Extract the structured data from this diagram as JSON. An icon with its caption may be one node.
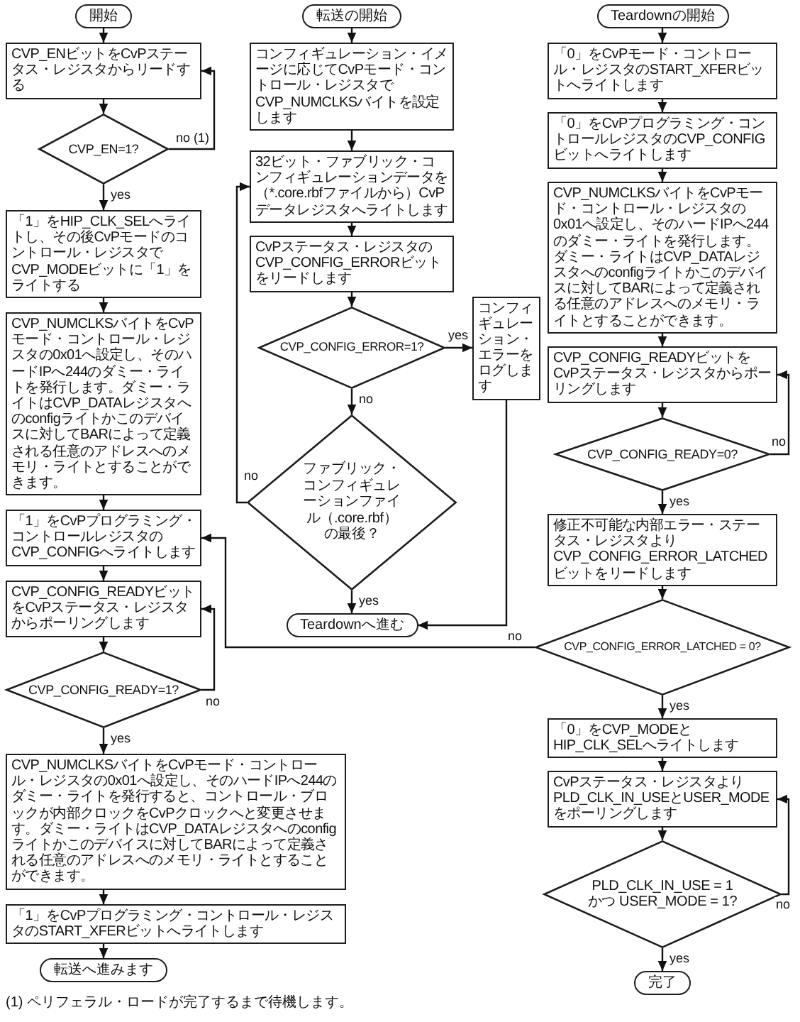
{
  "diagram": {
    "nodes": [
      {
        "text": [
          "開始"
        ]
      },
      {
        "text": [
          "CVP_ENビットをCvPステータス・レジスタからリードする"
        ]
      },
      {
        "text": [
          "CVP_EN=1?"
        ]
      },
      {
        "text": [
          "「1」をHIP_CLK_SELへライトし、その後CvPモードのコントロール・レジスタでCVP_MODEビットに「1」をライトする"
        ]
      },
      {
        "text": [
          "CVP_NUMCLKSバイトをCvPモード・コントロール・レジスタの0x01へ設定し、そのハードIPへ244のダミー・ライトを発行します。ダミー・ライトはCVP_DATAレジスタへのconfigライトかこのデバイスに対してBARによって定義される任意のアドレスへのメモリ・ライトとすることができます。"
        ]
      },
      {
        "text": [
          "「1」をCvPプログラミング・コントロールレジスタのCVP_CONFIGへライトします"
        ]
      },
      {
        "text": [
          "CVP_CONFIG_READYビットをCvPステータス・レジスタからポーリングします"
        ]
      },
      {
        "text": [
          "CVP_CONFIG_READY=1?"
        ]
      },
      {
        "text": [
          "CVP_NUMCLKSバイトをCvPモード・コントロール・レジスタの0x01へ設定し、そのハードIPへ244のダミー・ライトを発行すると、コントロール・ブロックが内部クロックをCvPクロックへと変更させます。ダミー・ライトはCVP_DATAレジスタへのconfigライトかこのデバイスに対してBARによって定義される任意のアドレスへのメモリ・ライトとすることができます。"
        ]
      },
      {
        "text": [
          "「1」をCvPプログラミング・コントロール・レジスタのSTART_XFERビットへライトします"
        ]
      },
      {
        "text": [
          "転送へ進みます"
        ]
      },
      {
        "text": [
          "転送の開始"
        ]
      },
      {
        "text": [
          "コンフィギュレーション・イメージに応じてCvPモード・コントロール・レジスタでCVP_NUMCLKSバイトを設定します"
        ]
      },
      {
        "text": [
          "32ビット・ファブリック・コンフィギュレーションデータを（*.core.rbfファイルから）CvPデータレジスタへライトします"
        ]
      },
      {
        "text": [
          "CvPステータス・レジスタのCVP_CONFIG_ERRORビットをリードします"
        ]
      },
      {
        "text": [
          "CVP_CONFIG_ERROR=1?"
        ]
      },
      {
        "text": [
          "コンフィギュレーション・エラーをログします"
        ]
      },
      {
        "text": [
          "ファブリック・コンフィギュレーションファイル（.core.rbf）の最後？"
        ]
      },
      {
        "text": [
          "Teardownへ進む"
        ]
      },
      {
        "text": [
          "Teardownの開始"
        ]
      },
      {
        "text": [
          "「0」をCvPモード・コントロール・レジスタのSTART_XFERビットへライトします"
        ]
      },
      {
        "text": [
          "「0」をCvPプログラミング・コントロールレジスタのCVP_CONFIGビットへライトします"
        ]
      },
      {
        "text": [
          "CVP_NUMCLKSバイトをCvPモード・コントロール・レジスタの0x01へ設定し、そのハードIPへ244のダミー・ライトを発行します。ダミー・ライトはCVP_DATAレジスタへのconfigライトかこのデバイスに対してBARによって定義される任意のアドレスへのメモリ・ライトとすることができます。"
        ]
      },
      {
        "text": [
          "CVP_CONFIG_READYビットをCvPステータス・レジスタからポーリングします"
        ]
      },
      {
        "text": [
          "CVP_CONFIG_READY=0?"
        ]
      },
      {
        "text": [
          "修正不可能な内部エラー・ステータス・レジスタよりCVP_CONFIG_ERROR_LATCHEDビットをリードします"
        ]
      },
      {
        "text": [
          "CVP_CONFIG_ERROR_LATCHED = 0?"
        ]
      },
      {
        "text": [
          "「0」をCVP_MODEとHIP_CLK_SELへライトします"
        ]
      },
      {
        "text": [
          "CvPステータス・レジスタよりPLD_CLK_IN_USEとUSER_MODEをポーリングします"
        ]
      },
      {
        "text": [
          "PLD_CLK_IN_USE = 1 かつ USER_MODE = 1?"
        ]
      },
      {
        "text": [
          "完了"
        ]
      }
    ],
    "edges": [
      {
        "from": 0,
        "to": 1,
        "arrow": "to"
      },
      {
        "from": 1,
        "to": 2,
        "arrow": "to"
      },
      {
        "from": 2,
        "to": 1,
        "arrow": "to",
        "label": "no (1)"
      },
      {
        "from": 2,
        "to": 3,
        "arrow": "to",
        "label": "yes"
      },
      {
        "from": 3,
        "to": 4,
        "arrow": "to"
      },
      {
        "from": 4,
        "to": 5,
        "arrow": "to"
      },
      {
        "from": 5,
        "to": 6,
        "arrow": "to"
      },
      {
        "from": 6,
        "to": 7,
        "arrow": "to"
      },
      {
        "from": 7,
        "to": 6,
        "arrow": "to",
        "label": "no"
      },
      {
        "from": 7,
        "to": 8,
        "arrow": "to",
        "label": "yes"
      },
      {
        "from": 8,
        "to": 9,
        "arrow": "to"
      },
      {
        "from": 9,
        "to": 10,
        "arrow": "to"
      },
      {
        "from": 11,
        "to": 12,
        "arrow": "to"
      },
      {
        "from": 12,
        "to": 13,
        "arrow": "to"
      },
      {
        "from": 13,
        "to": 14,
        "arrow": "to"
      },
      {
        "from": 14,
        "to": 15,
        "arrow": "to"
      },
      {
        "from": 15,
        "to": 16,
        "arrow": "to",
        "label": "yes"
      },
      {
        "from": 15,
        "to": 17,
        "arrow": "to",
        "label": "no"
      },
      {
        "from": 17,
        "to": 13,
        "arrow": "to",
        "label": "no"
      },
      {
        "from": 17,
        "to": 18,
        "arrow": "to",
        "label": "yes"
      },
      {
        "from": 16,
        "to": 18,
        "arrow": "to"
      },
      {
        "from": 19,
        "to": 20,
        "arrow": "to"
      },
      {
        "from": 20,
        "to": 21,
        "arrow": "to"
      },
      {
        "from": 21,
        "to": 22,
        "arrow": "to"
      },
      {
        "from": 22,
        "to": 23,
        "arrow": "to"
      },
      {
        "from": 23,
        "to": 24,
        "arrow": "to"
      },
      {
        "from": 24,
        "to": 23,
        "arrow": "to",
        "label": "no"
      },
      {
        "from": 24,
        "to": 25,
        "arrow": "to",
        "label": "yes"
      },
      {
        "from": 25,
        "to": 26,
        "arrow": "to"
      },
      {
        "from": 26,
        "to": 5,
        "arrow": "to",
        "label": "no"
      },
      {
        "from": 26,
        "to": 27,
        "arrow": "to",
        "label": "yes"
      },
      {
        "from": 27,
        "to": 28,
        "arrow": "to"
      },
      {
        "from": 28,
        "to": 29,
        "arrow": "to"
      },
      {
        "from": 29,
        "to": 28,
        "arrow": "to",
        "label": "no"
      },
      {
        "from": 29,
        "to": 30,
        "arrow": "to",
        "label": "yes"
      }
    ],
    "labels": [
      "(1) ペリフェラル・ロードが完了するまで待機します。"
    ]
  }
}
